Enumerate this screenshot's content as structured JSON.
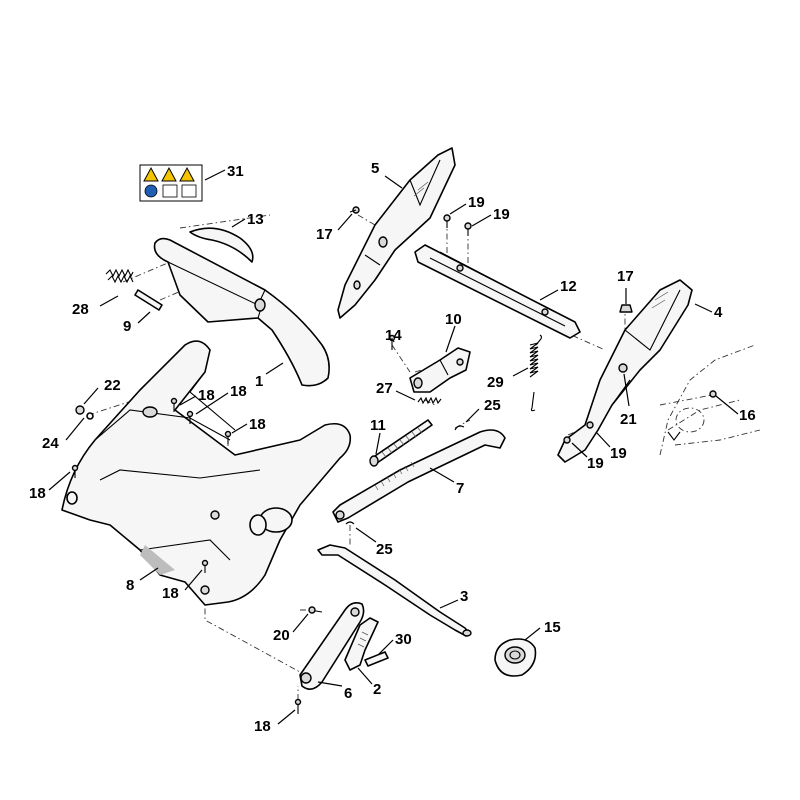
{
  "callouts": [
    "1",
    "2",
    "3",
    "4",
    "5",
    "6",
    "7",
    "8",
    "9",
    "10",
    "11",
    "12",
    "13",
    "14",
    "15",
    "16",
    "17",
    "17",
    "18",
    "18",
    "18",
    "18",
    "18",
    "18",
    "19",
    "19",
    "19",
    "19",
    "20",
    "21",
    "22",
    "24",
    "25",
    "25",
    "27",
    "28",
    "29",
    "30",
    "31"
  ]
}
